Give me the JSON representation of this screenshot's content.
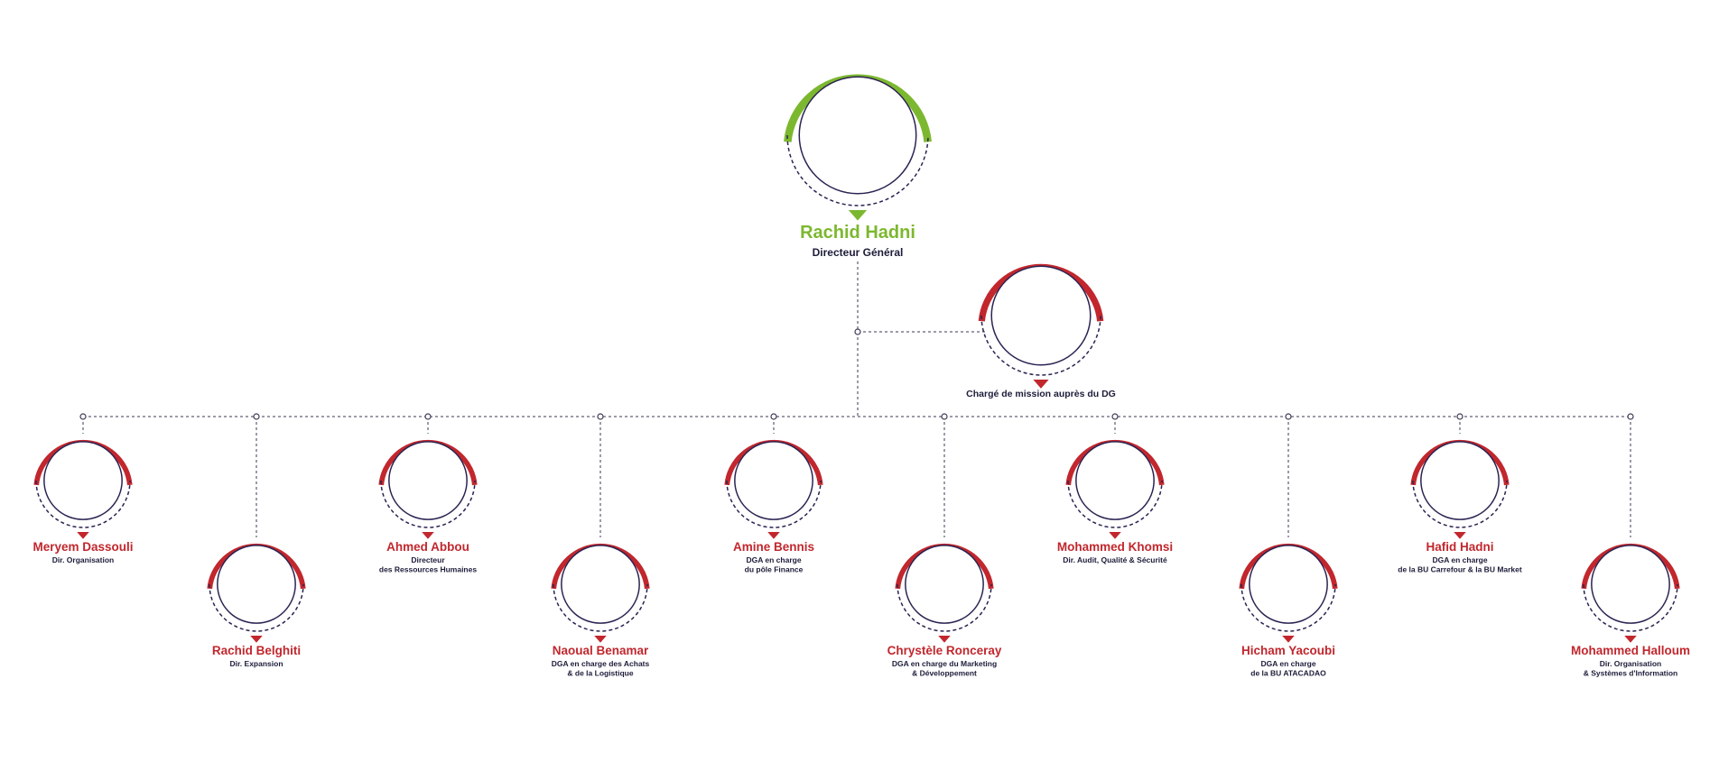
{
  "colors": {
    "ceo_accent": "#7cb82f",
    "accent": "#c1272d",
    "ring": "#2b2352",
    "connector": "#3a3a55",
    "role_text": "#1c1c3a"
  },
  "ceo": {
    "name": "Rachid Hadni",
    "role": [
      "Directeur Général"
    ]
  },
  "advisor": {
    "name": "",
    "role": [
      "Chargé de mission auprès du DG"
    ]
  },
  "directors": [
    {
      "name": "Meryem Dassouli",
      "role": [
        "Dir. Organisation"
      ]
    },
    {
      "name": "Rachid Belghiti",
      "role": [
        "Dir. Expansion"
      ]
    },
    {
      "name": "Ahmed Abbou",
      "role": [
        "Directeur",
        "des Ressources Humaines"
      ]
    },
    {
      "name": "Naoual Benamar",
      "role": [
        "DGA en charge des Achats",
        "& de la Logistique"
      ]
    },
    {
      "name": "Amine Bennis",
      "role": [
        "DGA en charge",
        "du pôle Finance"
      ]
    },
    {
      "name": "Chrystèle Ronceray",
      "role": [
        "DGA en charge du Marketing",
        "& Développement"
      ]
    },
    {
      "name": "Mohammed Khomsi",
      "role": [
        "Dir. Audit, Qualité & Sécurité"
      ]
    },
    {
      "name": "Hicham Yacoubi",
      "role": [
        "DGA en charge",
        "de la BU ATACADAO"
      ]
    },
    {
      "name": "Hafid Hadni",
      "role": [
        "DGA en charge",
        "de la BU Carrefour & la BU Market"
      ]
    },
    {
      "name": "Mohammed Halloum",
      "role": [
        "Dir. Organisation",
        "& Systèmes d'Information"
      ]
    }
  ]
}
